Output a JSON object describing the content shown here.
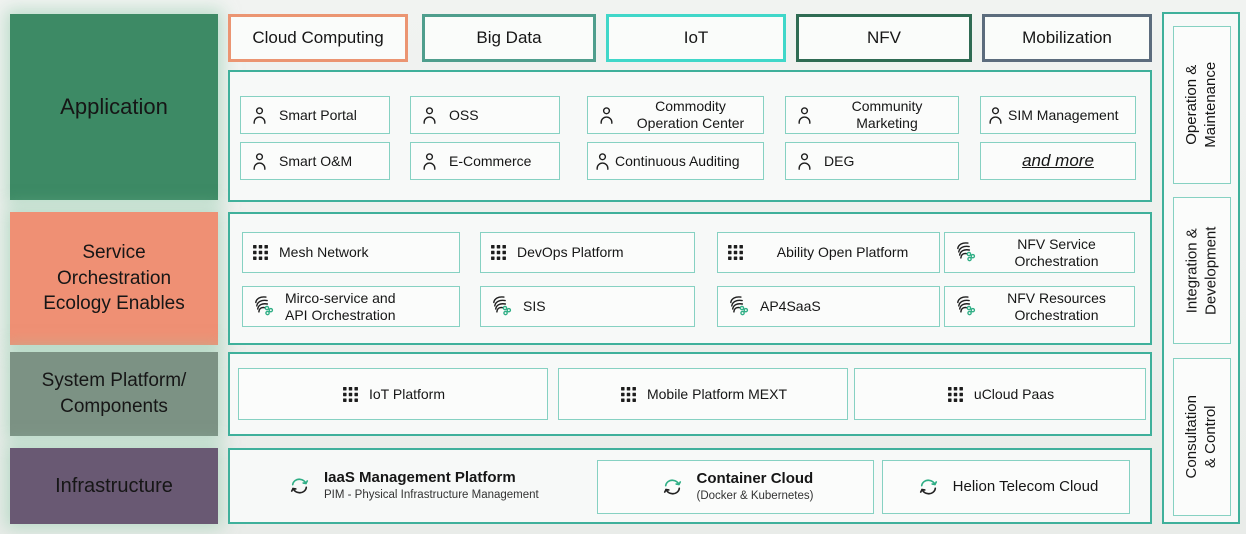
{
  "palette": {
    "layer_application": "#3d8a65",
    "layer_orchestration": "#ef9074",
    "layer_platform": "#7c9284",
    "layer_infrastructure": "#695973",
    "outer_border": "#3fb09b",
    "item_border": "#86d1c2",
    "tab_cloud_computing_border": "#eb9572",
    "tab_big_data_border": "#4f9e8d",
    "tab_iot_border": "#40d7c9",
    "tab_nfv_border": "#2f6b53",
    "tab_mobilization_border": "#5c6c7d",
    "icon_green": "#2fae85"
  },
  "tabs": [
    {
      "label": "Cloud Computing"
    },
    {
      "label": "Big Data"
    },
    {
      "label": "IoT"
    },
    {
      "label": "NFV"
    },
    {
      "label": "Mobilization"
    }
  ],
  "layers": [
    {
      "label": "Application"
    },
    {
      "label": "Service\nOrchestration\nEcology Enables"
    },
    {
      "label": "System Platform/\nComponents"
    },
    {
      "label": "Infrastructure"
    }
  ],
  "application": {
    "items": [
      {
        "label": "Smart Portal",
        "icon": "user-icon"
      },
      {
        "label": "OSS",
        "icon": "user-icon"
      },
      {
        "label": "Commodity\nOperation Center",
        "icon": "user-icon"
      },
      {
        "label": "Community\nMarketing",
        "icon": "user-icon"
      },
      {
        "label": "SIM Management",
        "icon": "user-icon"
      },
      {
        "label": "Smart O&M",
        "icon": "user-icon"
      },
      {
        "label": "E-Commerce",
        "icon": "user-icon"
      },
      {
        "label": "Continuous Auditing",
        "icon": "user-icon"
      },
      {
        "label": "DEG",
        "icon": "user-icon"
      },
      {
        "label": "and more",
        "icon": "none"
      }
    ]
  },
  "orchestration": {
    "items": [
      {
        "label": "Mesh Network",
        "icon": "grid-icon"
      },
      {
        "label": "DevOps Platform",
        "icon": "grid-icon"
      },
      {
        "label": "Ability Open Platform",
        "icon": "grid-icon"
      },
      {
        "label": "NFV Service\nOrchestration",
        "icon": "orchestration-icon"
      },
      {
        "label": "Mirco-service and\nAPI Orchestration",
        "icon": "orchestration-icon"
      },
      {
        "label": "SIS",
        "icon": "orchestration-icon"
      },
      {
        "label": "AP4SaaS",
        "icon": "orchestration-icon"
      },
      {
        "label": "NFV Resources\nOrchestration",
        "icon": "orchestration-icon"
      }
    ]
  },
  "platform": {
    "items": [
      {
        "label": "IoT Platform",
        "icon": "grid-icon"
      },
      {
        "label": "Mobile Platform MEXT",
        "icon": "grid-icon"
      },
      {
        "label": "uCloud Paas",
        "icon": "grid-icon"
      }
    ]
  },
  "infrastructure": {
    "items": [
      {
        "title": "IaaS Management Platform",
        "subtitle": "PIM - Physical Infrastructure Management",
        "icon": "cloud-sync-icon"
      },
      {
        "title": "Container Cloud",
        "subtitle": "(Docker & Kubernetes)",
        "icon": "cloud-sync-icon"
      },
      {
        "title": "Helion Telecom Cloud",
        "subtitle": "",
        "icon": "cloud-sync-icon"
      }
    ]
  },
  "side_panel": {
    "items": [
      {
        "label": "Operation &\nMaintenance"
      },
      {
        "label": "Integration &\nDevelopment"
      },
      {
        "label": "Consultation & Control"
      }
    ]
  }
}
